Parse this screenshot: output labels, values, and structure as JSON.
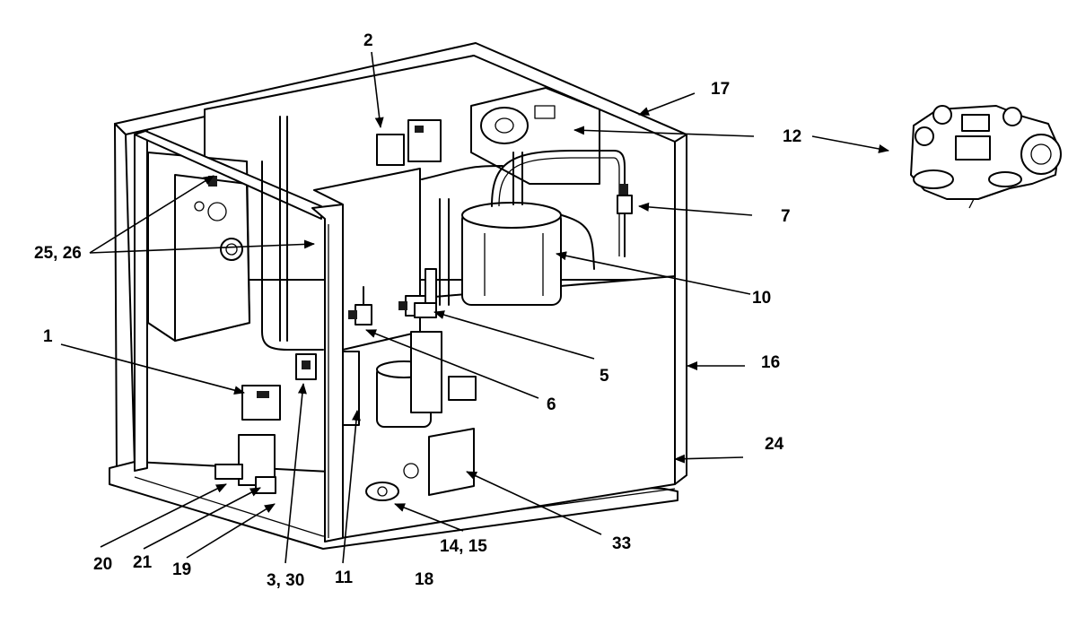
{
  "callouts": {
    "c1": "1",
    "c2": "2",
    "c3_30": "3, 30",
    "c5": "5",
    "c6": "6",
    "c7": "7",
    "c10": "10",
    "c11": "11",
    "c12": "12",
    "c14_15": "14, 15",
    "c16": "16",
    "c17": "17",
    "c18": "18",
    "c19": "19",
    "c20": "20",
    "c21": "21",
    "c24": "24",
    "c25_26": "25, 26",
    "c33": "33"
  }
}
